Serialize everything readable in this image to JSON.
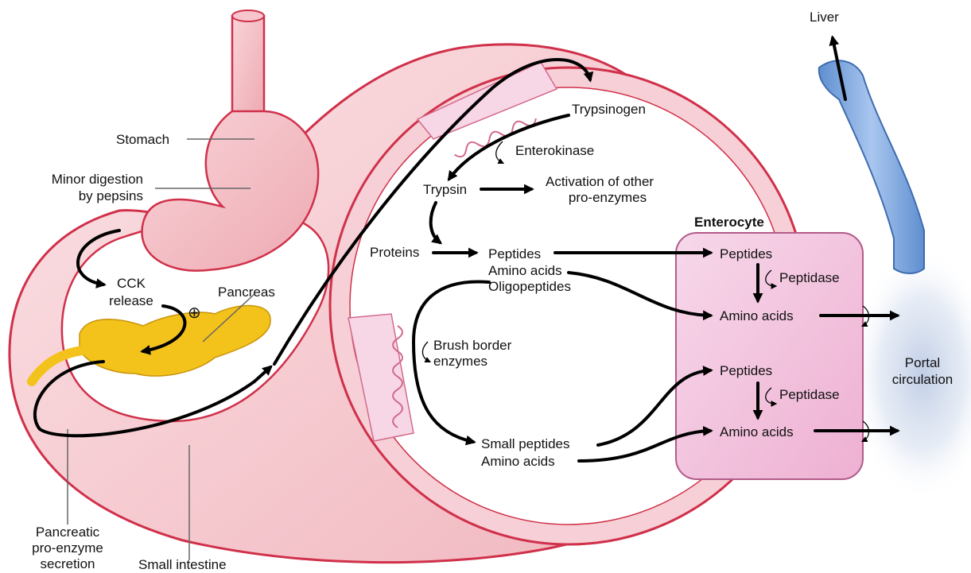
{
  "labels": {
    "liver": "Liver",
    "stomach": "Stomach",
    "minor_digestion_line1": "Minor digestion",
    "minor_digestion_line2": "by pepsins",
    "cck_line1": "CCK",
    "cck_line2": "release",
    "plus_symbol": "⊕",
    "pancreas": "Pancreas",
    "pancreatic_line1": "Pancreatic",
    "pancreatic_line2": "pro-enzyme",
    "pancreatic_line3": "secretion",
    "small_intestine": "Small intestine",
    "trypsinogen": "Trypsinogen",
    "enterokinase": "Enterokinase",
    "trypsin": "Trypsin",
    "activation_line1": "Activation of other",
    "activation_line2": "pro-enzymes",
    "proteins": "Proteins",
    "peptides": "Peptides",
    "amino_acids_lumen": "Amino acids",
    "oligopeptides": "Oligopeptides",
    "brush_border_line1": "Brush border",
    "brush_border_line2": "enzymes",
    "small_peptides": "Small peptides",
    "amino_acids_lower": "Amino acids",
    "enterocyte": "Enterocyte",
    "entero_peptides_top": "Peptides",
    "peptidase_top": "Peptidase",
    "entero_amino_top": "Amino acids",
    "entero_peptides_bottom": "Peptides",
    "peptidase_bottom": "Peptidase",
    "entero_amino_bottom": "Amino acids",
    "portal_line1": "Portal",
    "portal_line2": "circulation"
  },
  "colors": {
    "intestine_outline": "#d0304a",
    "intestine_fill": "#f7d3d8",
    "stomach_fill": "#f4c2c8",
    "pancreas_fill": "#f3c21b",
    "enterocyte_fill": "#f2c4de",
    "portal_vein": "#8fb3e3",
    "portal_glow": "#c9d6ea",
    "arrow": "#000000"
  }
}
